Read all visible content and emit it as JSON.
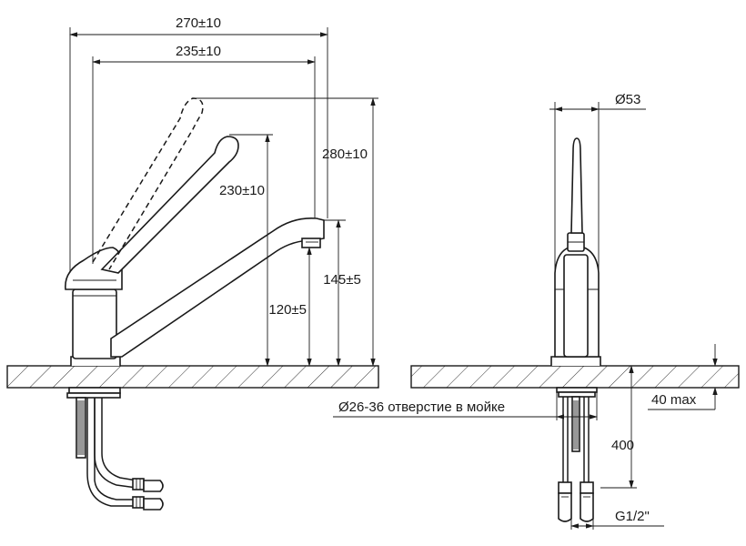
{
  "dimensions": {
    "overall_width": "270±10",
    "spout_reach": "235±10",
    "overall_height": "280±10",
    "handle_height": "230±10",
    "spout_outlet_height": "145±5",
    "spout_underside_height": "120±5",
    "body_diameter": "Ø53",
    "sink_hole": "Ø26-36 отверстие в мойке",
    "max_counter_thickness": "40 max",
    "hose_length": "400",
    "hose_thread": "G1/2\""
  }
}
